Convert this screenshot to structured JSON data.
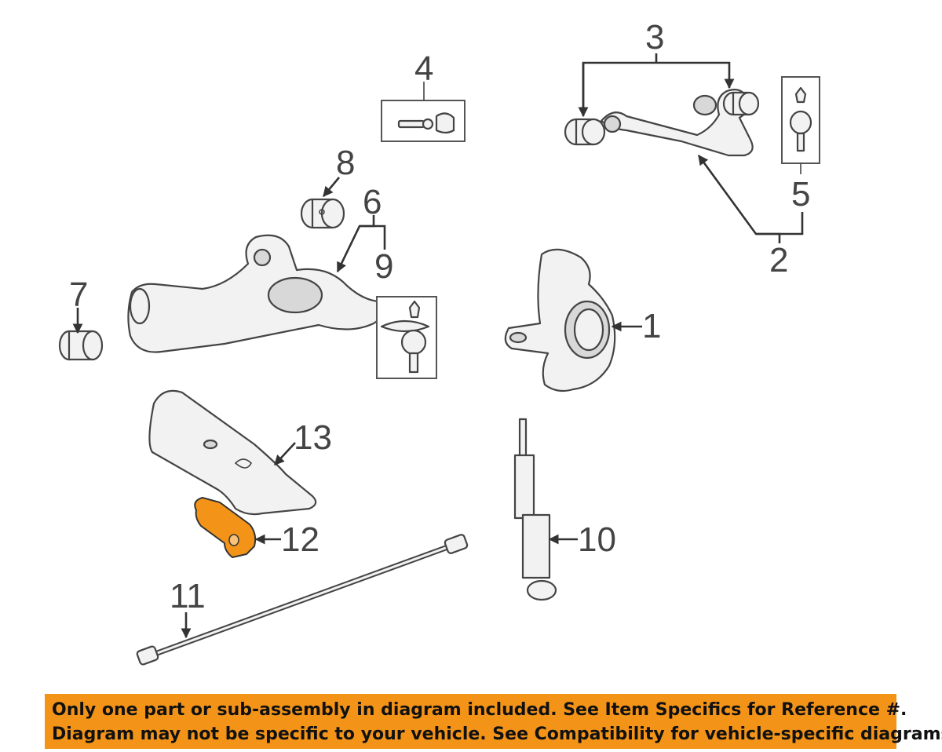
{
  "diagram": {
    "callouts": {
      "c1": "1",
      "c2": "2",
      "c3": "3",
      "c4": "4",
      "c5": "5",
      "c6": "6",
      "c7": "7",
      "c8": "8",
      "c9": "9",
      "c10": "10",
      "c11": "11",
      "c12": "12",
      "c13": "13"
    },
    "highlight_color": "#f39419"
  },
  "notice": {
    "line1": "Only one part or sub-assembly in diagram included. See Item Specifics for Reference #.",
    "line2": "Diagram may not be specific to your vehicle. See Compatibility for vehicle-specific diagrams."
  }
}
